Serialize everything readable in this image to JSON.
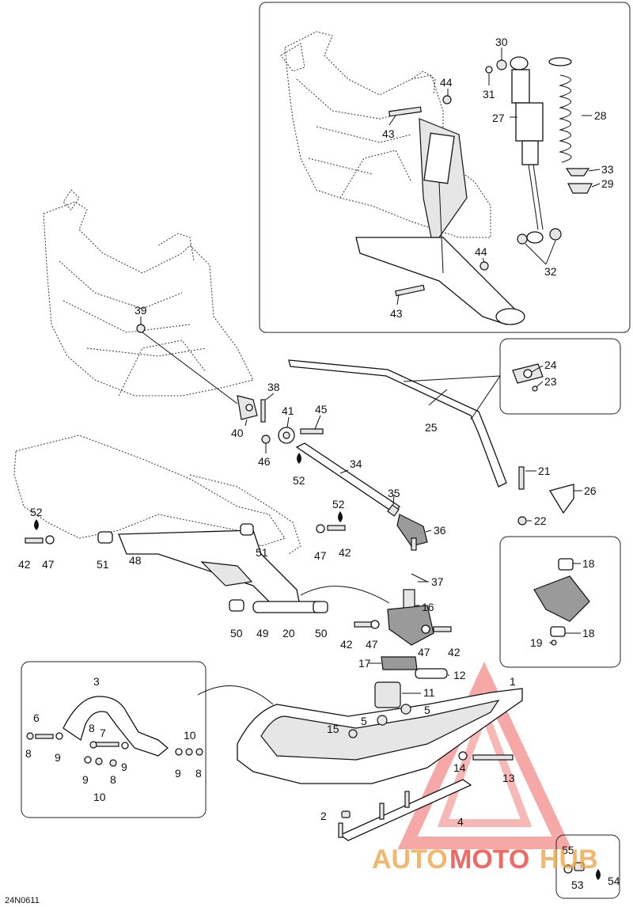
{
  "diagram": {
    "code": "24N0611",
    "labels": {
      "l1": "1",
      "l2": "2",
      "l3": "3",
      "l4": "4",
      "l5a": "5",
      "l5b": "5",
      "l6": "6",
      "l7": "7",
      "l8a": "8",
      "l8b": "8",
      "l8c": "8",
      "l8d": "8",
      "l9a": "9",
      "l9b": "9",
      "l9c": "9",
      "l9d": "9",
      "l10a": "10",
      "l10b": "10",
      "l11": "11",
      "l12": "12",
      "l13": "13",
      "l14": "14",
      "l15": "15",
      "l16": "16",
      "l17": "17",
      "l18a": "18",
      "l18b": "18",
      "l19": "19",
      "l20": "20",
      "l21": "21",
      "l22": "22",
      "l23": "23",
      "l24": "24",
      "l25": "25",
      "l26": "26",
      "l27": "27",
      "l28": "28",
      "l29": "29",
      "l30": "30",
      "l31": "31",
      "l32": "32",
      "l33": "33",
      "l34": "34",
      "l35": "35",
      "l36": "36",
      "l37": "37",
      "l38": "38",
      "l39": "39",
      "l40": "40",
      "l41": "41",
      "l42a": "42",
      "l42b": "42",
      "l42c": "42",
      "l43a": "43",
      "l43b": "43",
      "l44a": "44",
      "l44b": "44",
      "l45": "45",
      "l46": "46",
      "l47a": "47",
      "l47b": "47",
      "l47c": "47",
      "l47d": "47",
      "l48": "48",
      "l49": "49",
      "l50a": "50",
      "l50b": "50",
      "l51a": "51",
      "l51b": "51",
      "l52a": "52",
      "l52b": "52",
      "l52c": "52",
      "l53": "53",
      "l54": "54",
      "l55": "55"
    }
  },
  "watermark": {
    "word_a": "AUTO",
    "word_b": "MOTO",
    "word_c": "HUB",
    "color_orange": "#f0a64a",
    "color_red": "#e9453f"
  }
}
